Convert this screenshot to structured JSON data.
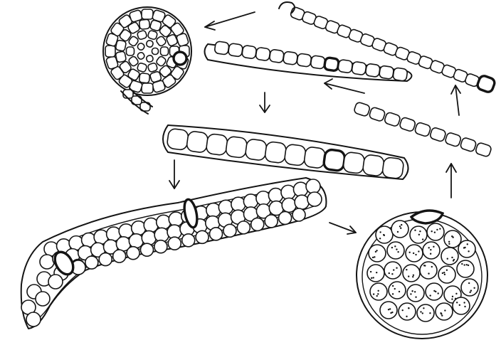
{
  "diagram": {
    "ink_color": "#141414",
    "background_color": "#ffffff",
    "stages": [
      "coiled-filament",
      "hormogonium-upper-right",
      "hormogonium-small-right",
      "elongated-filament-top",
      "mature-filament-middle",
      "broad-colony-lower-left",
      "gelatinous-colony-lower-right"
    ],
    "arrows": 7
  }
}
